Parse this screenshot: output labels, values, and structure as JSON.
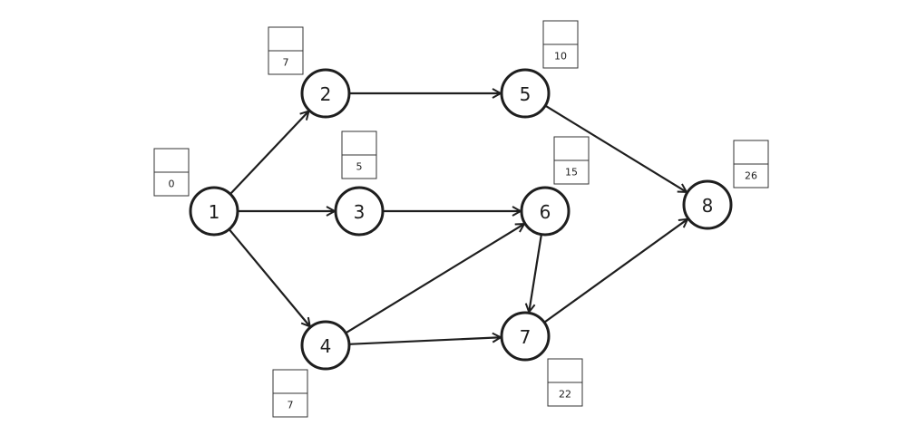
{
  "nodes": [
    {
      "id": "1",
      "label": "1",
      "box_value": "0"
    },
    {
      "id": "2",
      "label": "2",
      "box_value": "7"
    },
    {
      "id": "3",
      "label": "3",
      "box_value": "5"
    },
    {
      "id": "4",
      "label": "4",
      "box_value": "7"
    },
    {
      "id": "5",
      "label": "5",
      "box_value": "10"
    },
    {
      "id": "6",
      "label": "6",
      "box_value": "15"
    },
    {
      "id": "7",
      "label": "7",
      "box_value": "22"
    },
    {
      "id": "8",
      "label": "8",
      "box_value": "26"
    }
  ],
  "edges": [
    {
      "from": "1",
      "to": "2"
    },
    {
      "from": "1",
      "to": "3"
    },
    {
      "from": "1",
      "to": "4"
    },
    {
      "from": "2",
      "to": "5"
    },
    {
      "from": "3",
      "to": "6"
    },
    {
      "from": "4",
      "to": "6"
    },
    {
      "from": "4",
      "to": "7"
    },
    {
      "from": "5",
      "to": "8"
    },
    {
      "from": "6",
      "to": "7"
    },
    {
      "from": "7",
      "to": "8"
    }
  ],
  "colors": {
    "stroke": "#1e1e1e",
    "background": "#ffffff"
  }
}
